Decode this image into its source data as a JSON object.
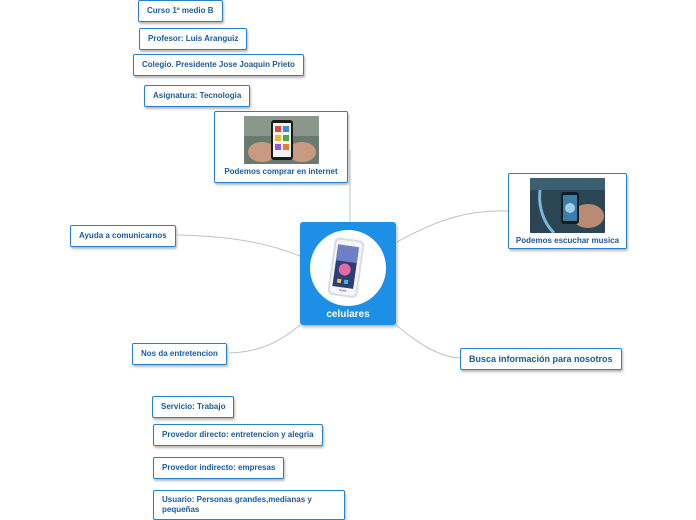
{
  "central": {
    "label": "celulares",
    "image_icon": "smartphone-photo"
  },
  "header_nodes": {
    "curso": "Curso 1º medio B",
    "profesor": "Profesor: Luis Aranguiz",
    "colegio": "Colegio. Presidente Jose Joaquin Prieto",
    "asignatura": "Asignatura: Tecnologia"
  },
  "topics": {
    "comprar": "Podemos comprar en internet",
    "musica": "Podemos escuchar musica",
    "comunicarnos": "Ayuda a comunicarnos",
    "entretencion": "Nos da entretencion",
    "informacion": "Busca información para nosotros"
  },
  "details": {
    "servicio": "Servicio: Trabajo",
    "proveedor_directo": "Provedor  directo: entretencion y alegria",
    "proveedor_indirecto": "Provedor indirecto: empresas",
    "usuario": "Usuario: Personas grandes,medianas y pequeñas"
  },
  "colors": {
    "accent": "#1e8fe6",
    "border": "#2a7fc9",
    "text": "#1a5a99",
    "connector": "#b9c3cc"
  }
}
